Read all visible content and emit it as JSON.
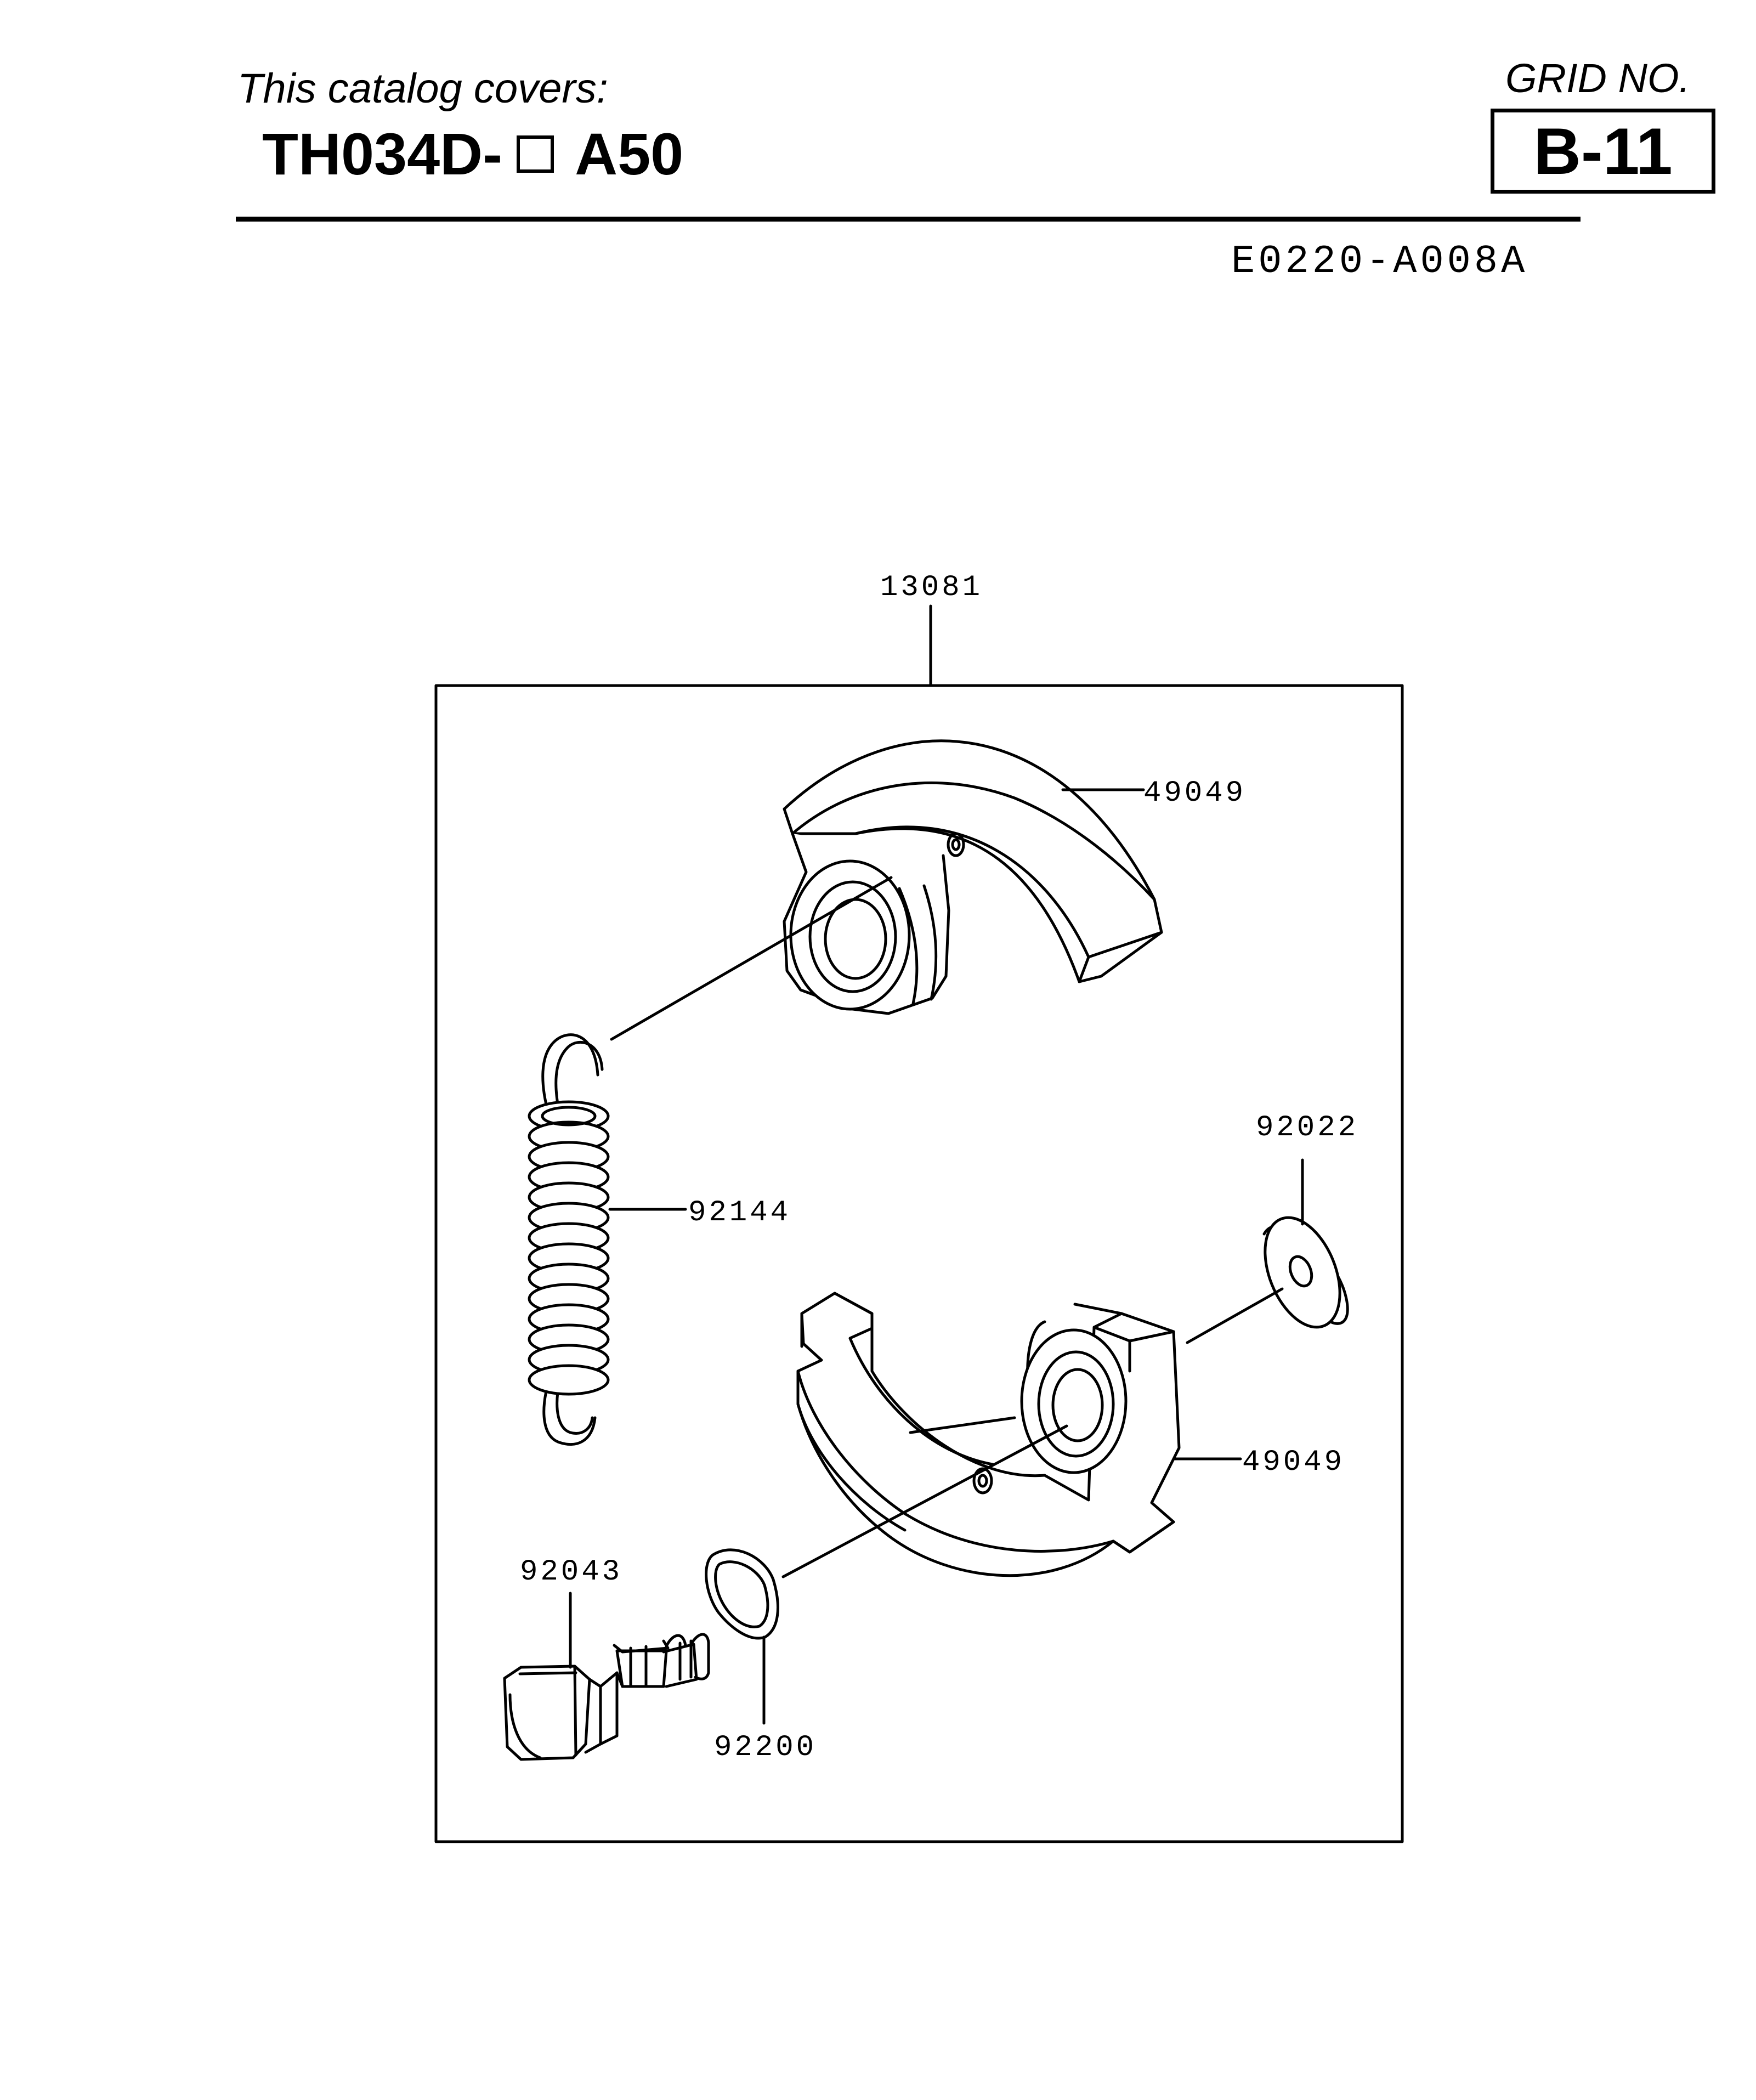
{
  "header": {
    "covers_label": "This catalog covers:",
    "model_prefix": "TH034D-",
    "model_suffix": "A50",
    "grid_label": "GRID NO.",
    "grid_value": "B-11"
  },
  "drawing_code": "E0220-A008A",
  "parts": {
    "assembly": "13081",
    "shoe_upper": "49049",
    "spring": "92144",
    "washer": "92022",
    "shoe_lower": "49049",
    "bolt": "92043",
    "wave_washer": "92200"
  }
}
